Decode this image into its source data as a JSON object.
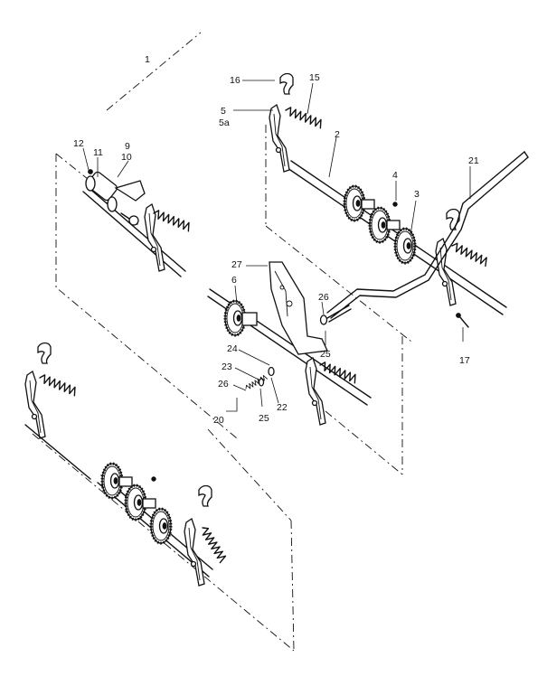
{
  "callouts": {
    "c1": "1",
    "c2": "2",
    "c3": "3",
    "c4": "4",
    "c5": "5",
    "c5a": "5a",
    "c6": "6",
    "c9": "9",
    "c10": "10",
    "c11": "11",
    "c12": "12",
    "c15": "15",
    "c16": "16",
    "c17": "17",
    "c20": "20",
    "c21": "21",
    "c22": "22",
    "c23": "23",
    "c24": "24",
    "c25a": "25",
    "c25b": "25",
    "c26a": "26",
    "c26b": "26",
    "c27": "27"
  }
}
